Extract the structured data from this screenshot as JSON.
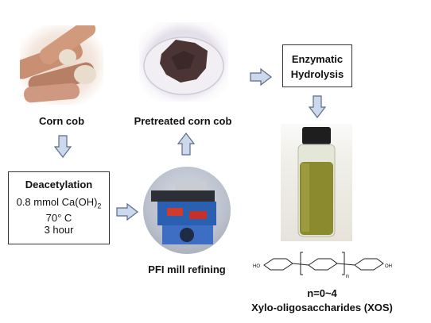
{
  "labels": {
    "corn_cob": "Corn cob",
    "pretreated": "Pretreated corn cob",
    "pfi": "PFI mill refining",
    "n_range": "n=0~4",
    "xos": "Xylo-oligosaccharides (XOS)"
  },
  "deacetylation": {
    "title": "Deacetylation",
    "amount": "0.8 mmol Ca(OH)",
    "amount_sub": "2",
    "temperature": "70° C",
    "time": "3 hour"
  },
  "enzymatic": {
    "line1": "Enzymatic",
    "line2": "Hydrolysis"
  },
  "structure": {
    "left_label": "HO",
    "right_label": "OH",
    "repeat_label": "n"
  },
  "colors": {
    "arrow_fill": "#ccd8ec",
    "arrow_stroke": "#5a6b86",
    "corn": "#c98f73",
    "solid": "#4a3434",
    "liquid": "#8c8a2e"
  }
}
